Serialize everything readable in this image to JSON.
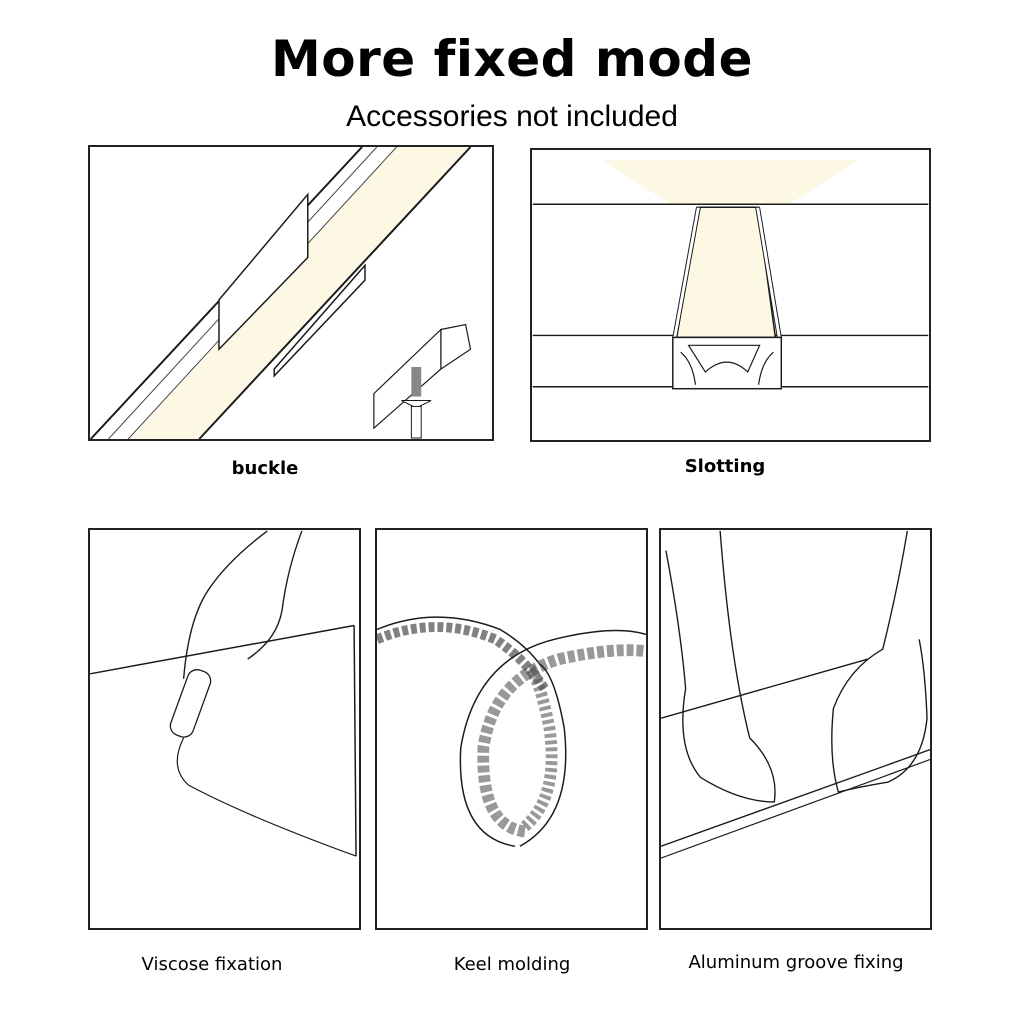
{
  "header": {
    "title": "More fixed mode",
    "subtitle": "Accessories not included"
  },
  "panels": [
    {
      "id": "buckle",
      "caption": "buckle"
    },
    {
      "id": "slotting",
      "caption": "Slotting"
    },
    {
      "id": "viscose",
      "caption": "Viscose fixation"
    },
    {
      "id": "keel",
      "caption": "Keel molding"
    },
    {
      "id": "aluminum",
      "caption": "Aluminum groove fixing"
    }
  ],
  "colors": {
    "light_glow": "#fdf8e4",
    "line": "#1a1a1a",
    "background": "#ffffff"
  }
}
